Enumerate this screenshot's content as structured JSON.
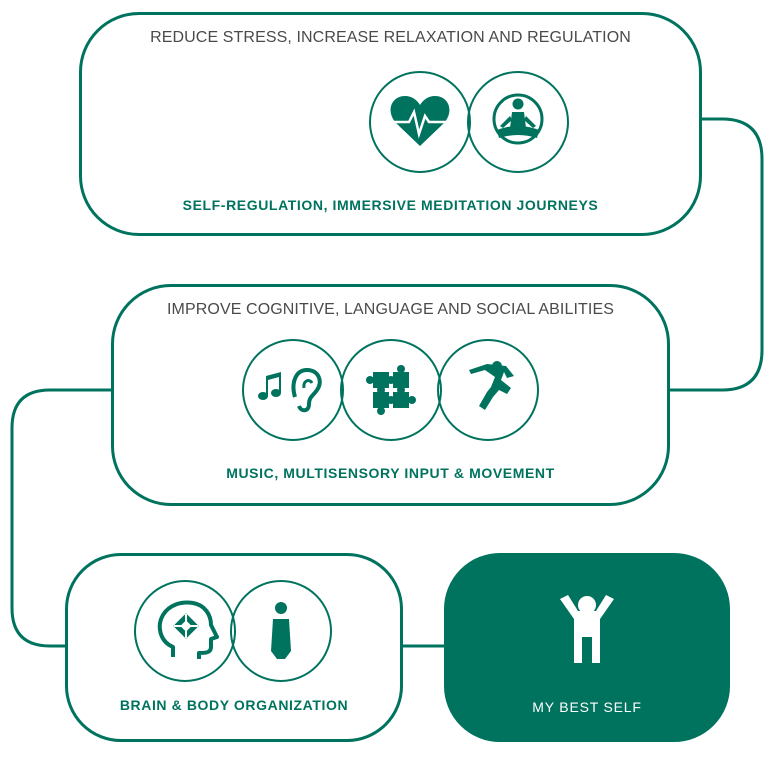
{
  "colors": {
    "primary": "#00735f",
    "heading_text": "#4a4a4a",
    "background": "#ffffff"
  },
  "steps": [
    {
      "heading": "REDUCE STRESS, INCREASE RELAXATION AND REGULATION",
      "subtitle": "SELF-REGULATION, IMMERSIVE MEDITATION JOURNEYS",
      "icons": [
        "heart-pulse-icon",
        "meditation-icon"
      ]
    },
    {
      "heading": "IMPROVE COGNITIVE, LANGUAGE AND SOCIAL ABILITIES",
      "subtitle": "MUSIC, MULTISENSORY INPUT & MOVEMENT",
      "icons": [
        "music-ear-icon",
        "puzzle-icon",
        "movement-icon"
      ]
    },
    {
      "heading": "",
      "subtitle": "BRAIN & BODY ORGANIZATION",
      "icons": [
        "brain-head-icon",
        "body-icon"
      ]
    },
    {
      "heading": "",
      "subtitle": "MY BEST SELF",
      "icons": [
        "best-self-person-icon"
      ]
    }
  ]
}
